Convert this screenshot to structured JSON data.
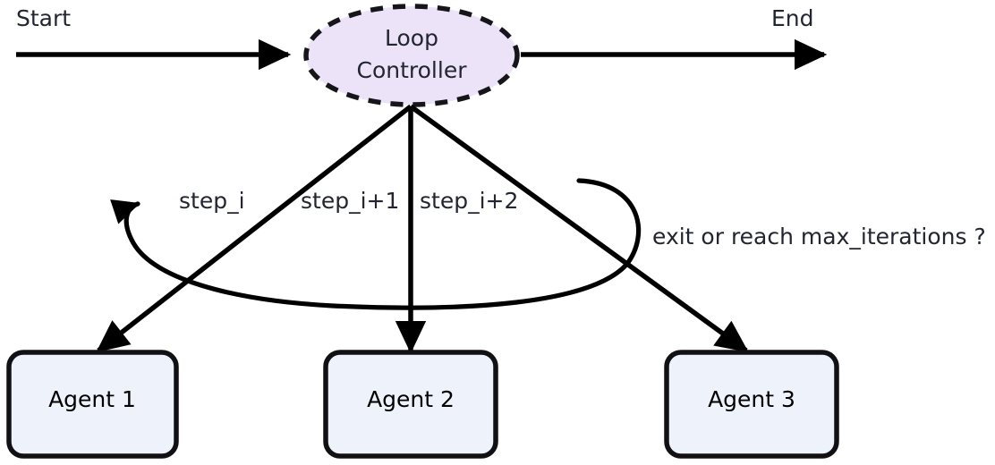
{
  "diagram": {
    "title_terminals": {
      "start_label": "Start",
      "end_label": "End"
    },
    "controller": {
      "label_line1": "Loop",
      "label_line2": "Controller",
      "fill_color": "#ece3f8",
      "stroke_color": "#16161a",
      "stroke_style": "dashed",
      "shape": "ellipse"
    },
    "agents": [
      {
        "label": "Agent 1",
        "fill_color": "#eef2fa",
        "stroke_color": "#111114"
      },
      {
        "label": "Agent 2",
        "fill_color": "#eef2fa",
        "stroke_color": "#111114"
      },
      {
        "label": "Agent 3",
        "fill_color": "#eef2fa",
        "stroke_color": "#111114"
      }
    ],
    "edge_labels": {
      "step_0": "step_i",
      "step_1": "step_i+1",
      "step_2": "step_i+2",
      "feedback": "exit or reach max_iterations ?"
    },
    "colors": {
      "background": "#ffffff",
      "line": "#000000",
      "text": "#232530"
    }
  }
}
